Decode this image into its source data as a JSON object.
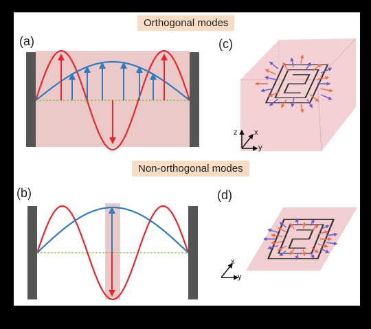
{
  "headers": {
    "orthogonal": "Orthogonal modes",
    "non_orthogonal": "Non-orthogonal modes"
  },
  "panels": {
    "a": "(a)",
    "b": "(b)",
    "c": "(c)",
    "d": "(d)"
  },
  "axes": {
    "c": {
      "z": "z",
      "x": "x",
      "y": "y"
    },
    "d": {
      "x": "x",
      "y": "y"
    }
  },
  "colors": {
    "mode_red": "#e8262a",
    "mode_blue": "#2f7bc0",
    "wall": "#555555",
    "shade": "#ecc9c9",
    "baseline": "#7fbf3f",
    "header_bg": "#f8dcc4",
    "arrow_purple": "#6a5acd"
  }
}
